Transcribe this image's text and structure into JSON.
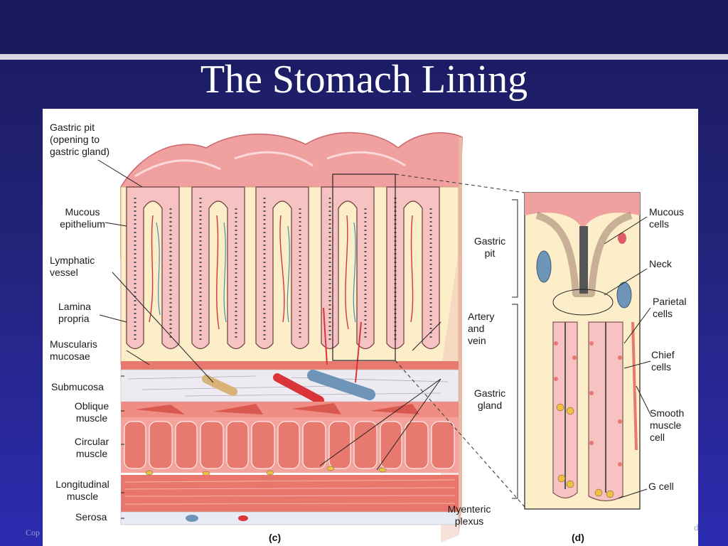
{
  "slide": {
    "title": "The Stomach Lining",
    "copyright_left": "Cop",
    "copyright_right": "d"
  },
  "figure": {
    "panel_c": "(c)",
    "panel_d": "(d)",
    "labels_left": [
      "Gastric pit\n(opening to\ngastric gland)",
      "Mucous\nepithelium",
      "Lymphatic\nvessel",
      "Lamina\npropria",
      "Muscularis\nmucosae",
      "Submucosa",
      "Oblique\nmuscle",
      "Circular\nmuscle",
      "Longitudinal\nmuscle",
      "Serosa"
    ],
    "labels_middle": [
      "Artery\nand\nvein",
      "Gastric\npit",
      "Gastric\ngland",
      "Myenteric\nplexus"
    ],
    "labels_right": [
      "Mucous\ncells",
      "Neck",
      "Parietal\ncells",
      "Chief\ncells",
      "Smooth\nmuscle\ncell",
      "G cell"
    ]
  },
  "colors": {
    "epithelium": "#f2a3a3",
    "lamina": "#fbeec8",
    "muscle": "#e8796f",
    "artery": "#d8343a",
    "vein": "#6e94b8",
    "lymph": "#d9b27a"
  }
}
